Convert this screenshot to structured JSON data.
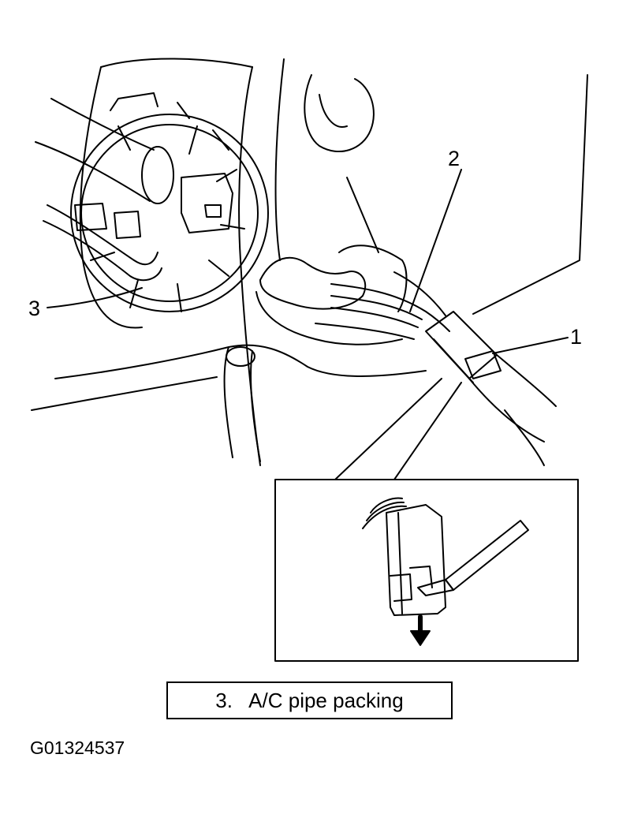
{
  "callouts": {
    "label_1": "1",
    "label_2": "2",
    "label_3": "3"
  },
  "caption": "3.   A/C pipe packing",
  "figure_id": "G01324537",
  "colors": {
    "line": "#000000",
    "background": "#ffffff"
  },
  "icons": [
    "blower-fan-housing",
    "ac-pipe",
    "wire-harness",
    "connector",
    "screwdriver",
    "down-arrow"
  ]
}
